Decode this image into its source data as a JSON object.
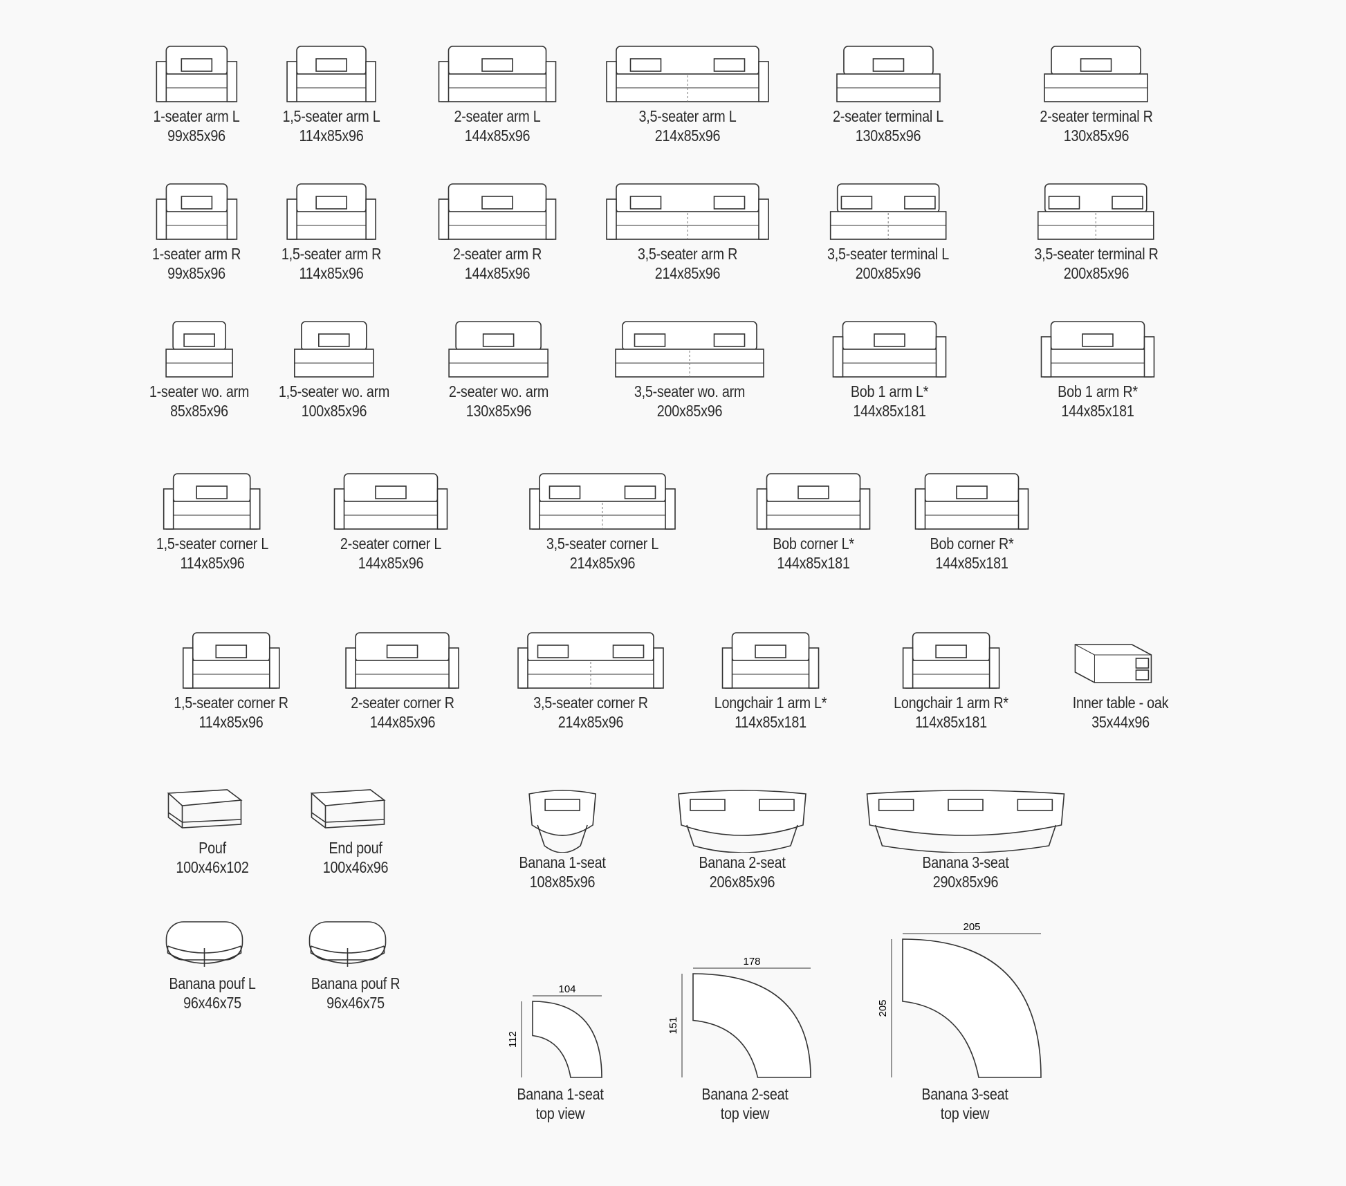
{
  "items": [
    {
      "name": "1-seater arm L",
      "size": "99x85x96"
    },
    {
      "name": "1,5-seater arm L",
      "size": "114x85x96"
    },
    {
      "name": "2-seater arm L",
      "size": "144x85x96"
    },
    {
      "name": "3,5-seater arm L",
      "size": "214x85x96"
    },
    {
      "name": "2-seater terminal L",
      "size": "130x85x96"
    },
    {
      "name": "2-seater terminal  R",
      "size": "130x85x96"
    },
    {
      "name": "1-seater arm R",
      "size": "99x85x96"
    },
    {
      "name": "1,5-seater arm R",
      "size": "114x85x96"
    },
    {
      "name": "2-seater arm R",
      "size": "144x85x96"
    },
    {
      "name": "3,5-seater arm R",
      "size": "214x85x96"
    },
    {
      "name": "3,5-seater terminal L",
      "size": "200x85x96"
    },
    {
      "name": "3,5-seater terminal R",
      "size": "200x85x96"
    },
    {
      "name": "1-seater wo. arm",
      "size": "85x85x96"
    },
    {
      "name": "1,5-seater wo. arm",
      "size": "100x85x96"
    },
    {
      "name": "2-seater wo. arm",
      "size": "130x85x96"
    },
    {
      "name": "3,5-seater wo. arm",
      "size": "200x85x96"
    },
    {
      "name": "Bob 1 arm L*",
      "size": "144x85x181"
    },
    {
      "name": "Bob 1 arm R*",
      "size": "144x85x181"
    },
    {
      "name": "1,5-seater corner L",
      "size": "114x85x96"
    },
    {
      "name": "2-seater corner L",
      "size": "144x85x96"
    },
    {
      "name": "3,5-seater corner L",
      "size": "214x85x96"
    },
    {
      "name": "Bob corner L*",
      "size": "144x85x181"
    },
    {
      "name": "Bob corner R*",
      "size": "144x85x181"
    },
    {
      "name": "1,5-seater corner R",
      "size": "114x85x96"
    },
    {
      "name": "2-seater corner R",
      "size": "144x85x96"
    },
    {
      "name": "3,5-seater corner R",
      "size": "214x85x96"
    },
    {
      "name": "Longchair 1 arm L*",
      "size": "114x85x181"
    },
    {
      "name": "Longchair 1 arm R*",
      "size": "114x85x181"
    },
    {
      "name": "Inner table - oak",
      "size": "35x44x96"
    },
    {
      "name": "Pouf",
      "size": "100x46x102"
    },
    {
      "name": "End pouf",
      "size": "100x46x96"
    },
    {
      "name": "Banana 1-seat",
      "size": "108x85x96"
    },
    {
      "name": "Banana 2-seat",
      "size": "206x85x96"
    },
    {
      "name": "Banana 3-seat",
      "size": "290x85x96"
    },
    {
      "name": "Banana pouf L",
      "size": "96x46x75"
    },
    {
      "name": "Banana pouf R",
      "size": "96x46x75"
    }
  ],
  "top_views": [
    {
      "name": "Banana 1-seat",
      "sub": "top view",
      "width": "104",
      "depth": "112"
    },
    {
      "name": "Banana 2-seat",
      "sub": "top view",
      "width": "178",
      "depth": "151"
    },
    {
      "name": "Banana 3-seat",
      "sub": "top view",
      "width": "205",
      "depth": "205"
    }
  ]
}
